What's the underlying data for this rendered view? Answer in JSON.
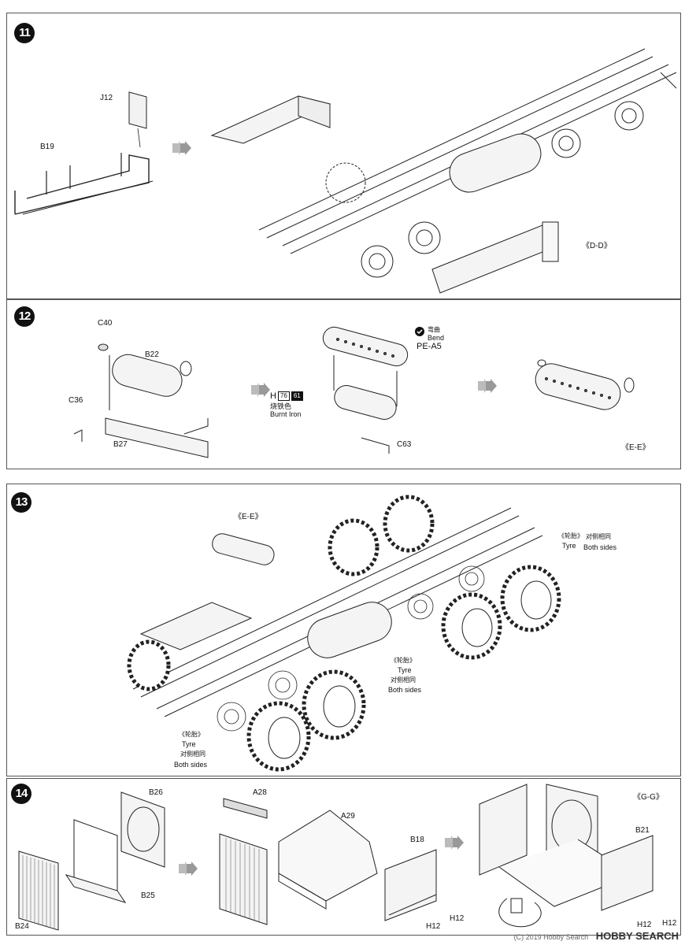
{
  "steps": {
    "s11": {
      "number": "11",
      "labels": {
        "j12": "J12",
        "b19": "B19",
        "dd": "《D-D》"
      }
    },
    "s12": {
      "number": "12",
      "labels": {
        "c40": "C40",
        "b22": "B22",
        "c36": "C36",
        "b27": "B27",
        "pea5": "PE-A5",
        "c63": "C63",
        "ee": "《E-E》"
      },
      "bend": {
        "cn": "弯曲",
        "en": "Bend"
      },
      "paint": {
        "letter": "H",
        "code1": "76",
        "code2": "61",
        "cn": "烧铁色",
        "en": "Burnt Iron"
      }
    },
    "s13": {
      "number": "13",
      "ee": "《E-E》",
      "tyre_a": {
        "cn": "《轮胎》",
        "en": "Tyre",
        "cn2": "对侧相同",
        "en2": "Both sides"
      },
      "tyre_b": {
        "cn": "《轮胎》",
        "en": "Tyre",
        "cn2": "对侧相同",
        "en2": "Both sides"
      },
      "tyre_c": {
        "cn": "《轮胎》",
        "en": "Tyre",
        "cn2": "对侧相同",
        "en2": "Both sides"
      }
    },
    "s14": {
      "number": "14",
      "labels": {
        "b26": "B26",
        "b25": "B25",
        "b24": "B24",
        "a28": "A28",
        "a29": "A29",
        "b18": "B18",
        "h12a": "H12",
        "h12b": "H12",
        "gg": "《G-G》",
        "b21": "B21",
        "h12c": "H12",
        "h12d": "H12"
      }
    }
  },
  "watermark": {
    "small": "(C) 2019 Hobby Search",
    "brand": "HOBBY SEARCH"
  }
}
